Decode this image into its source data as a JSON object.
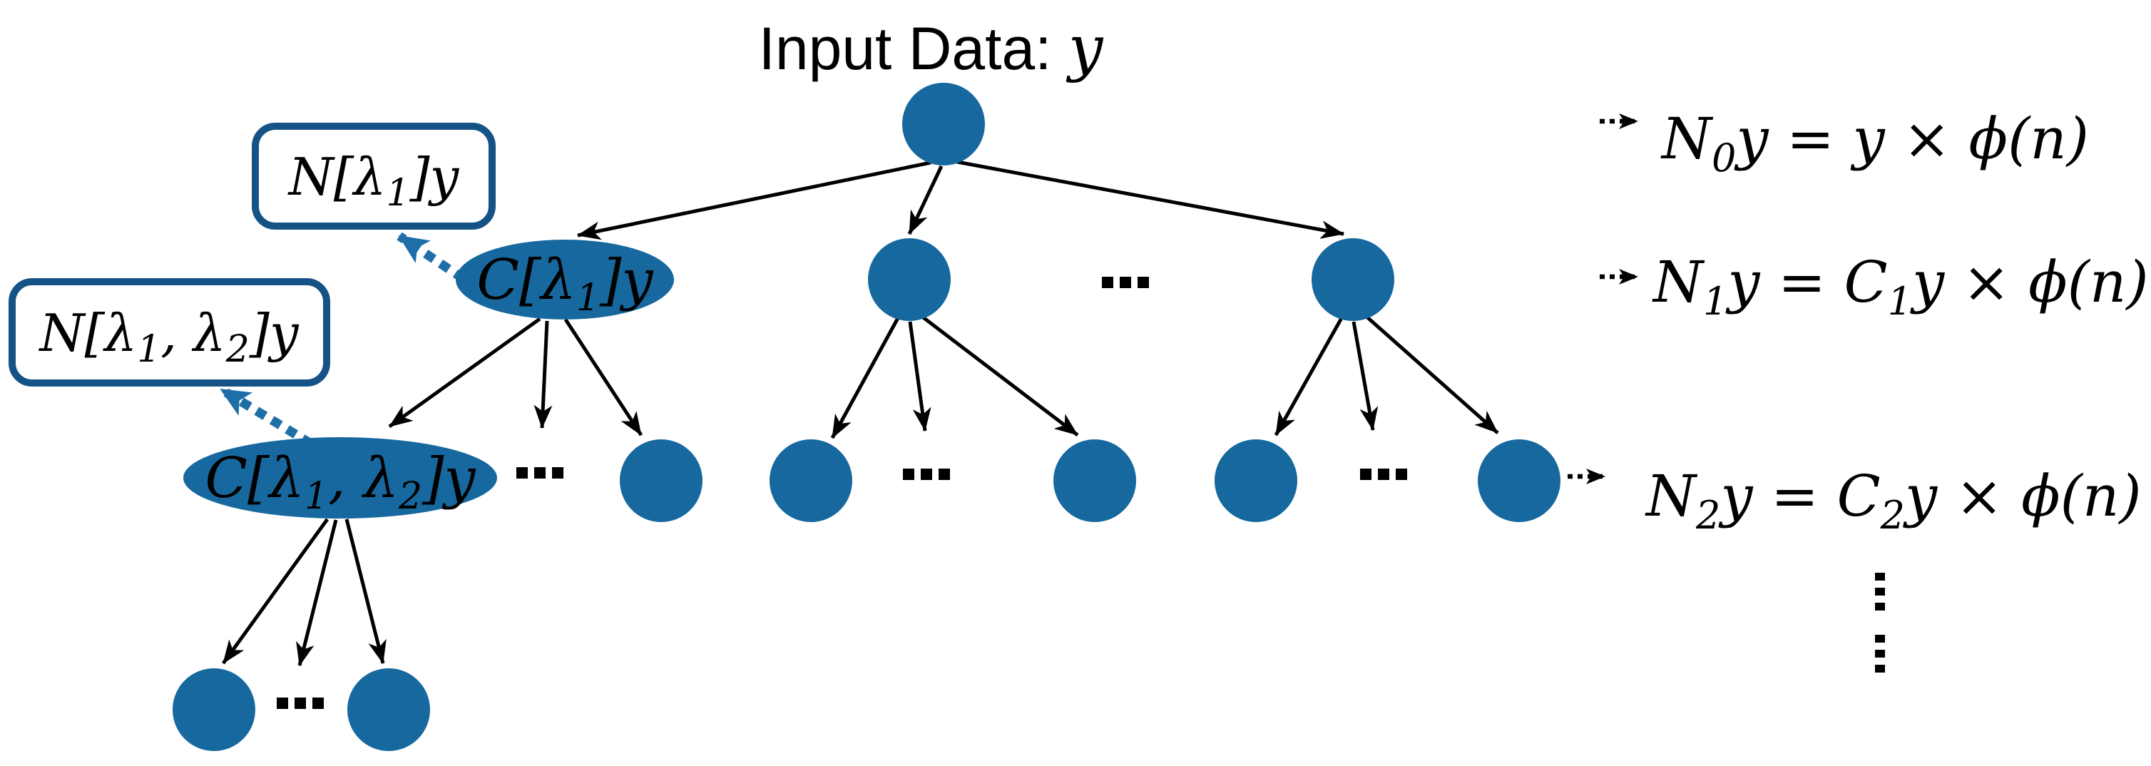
{
  "colors": {
    "node_fill": "#16689e",
    "box_border": "#155387",
    "box_fill": "#ffffff",
    "arrow_blue": "#1e6fa8",
    "arrow_black": "#000000",
    "text": "#000000"
  },
  "title": {
    "prefix": "Input Data: ",
    "variable": "y"
  },
  "boxes": {
    "norm1": {
      "p1": "N[λ",
      "s1": "1",
      "p2": "]y"
    },
    "norm2": {
      "p1": "N[λ",
      "s1": "1",
      "p2": ", λ",
      "s2": "2",
      "p3": "]y"
    }
  },
  "nodes": {
    "coef1": {
      "p1": "C[λ",
      "s1": "1",
      "p2": "]y"
    },
    "coef2": {
      "p1": "C[λ",
      "s1": "1",
      "p2": ", λ",
      "s2": "2",
      "p3": "]y"
    }
  },
  "equations": {
    "eq0": {
      "p1": "N",
      "s1": "0",
      "p2": "y = y × ϕ(n)"
    },
    "eq1": {
      "p1": "N",
      "s1": "1",
      "p2": "y = C",
      "s2": "1",
      "p3": "y × ϕ(n)"
    },
    "eq2": {
      "p1": "N",
      "s1": "2",
      "p2": "y = C",
      "s2": "2",
      "p3": "y × ϕ(n)"
    }
  },
  "markers": {
    "ellipsis_horizontal": "…",
    "ellipsis_vertical": "⋮"
  }
}
